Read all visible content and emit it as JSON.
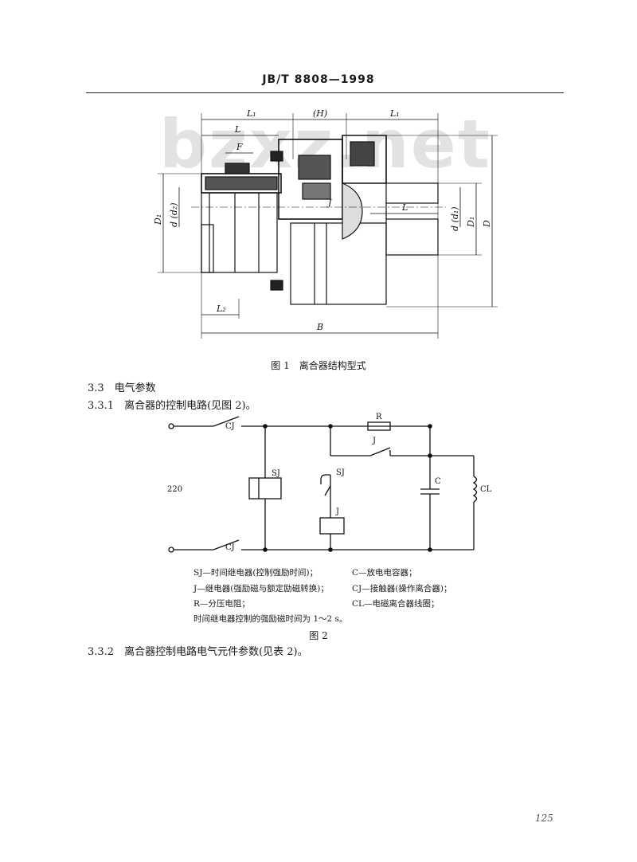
{
  "header": {
    "title": "JB/T 8808—1998"
  },
  "watermark": "bzxz.net",
  "figure1": {
    "caption": "图 1　离合器结构型式",
    "labels": {
      "L1": "L₁",
      "H": "(H)",
      "L": "L",
      "F": "F",
      "D1": "D₁",
      "d_d2": "d (d₂)",
      "d_d1": "d (d₁)",
      "J": "J",
      "L2": "L₂",
      "B": "B",
      "D": "D"
    }
  },
  "section_3_3": "3.3　电气参数",
  "section_3_3_1": "3.3.1　离合器的控制电路(见图 2)。",
  "figure2": {
    "labels": {
      "CJ_top": "CJ",
      "CJ_bottom": "CJ",
      "R": "R",
      "J_switch": "J",
      "SJ_switch": "SJ",
      "SJ_coil": "SJ",
      "C": "C",
      "CL": "CL",
      "J_coil": "J",
      "voltage": "220"
    },
    "legend": {
      "row1_left": "SJ—时间继电器(控制强励时间)；",
      "row1_right": "C—放电电容器；",
      "row2_left": "J—继电器(强励磁与额定励磁转换)；",
      "row2_right": "CJ—接触器(操作离合器)；",
      "row3_left": "R—分压电阻；",
      "row3_right": "CL—电磁离合器线圈；",
      "note": "时间继电器控制的强励磁时间为 1～2 s。"
    },
    "caption": "图 2"
  },
  "section_3_3_2": "3.3.2　离合器控制电路电气元件参数(见表 2)。",
  "page_number": "125"
}
